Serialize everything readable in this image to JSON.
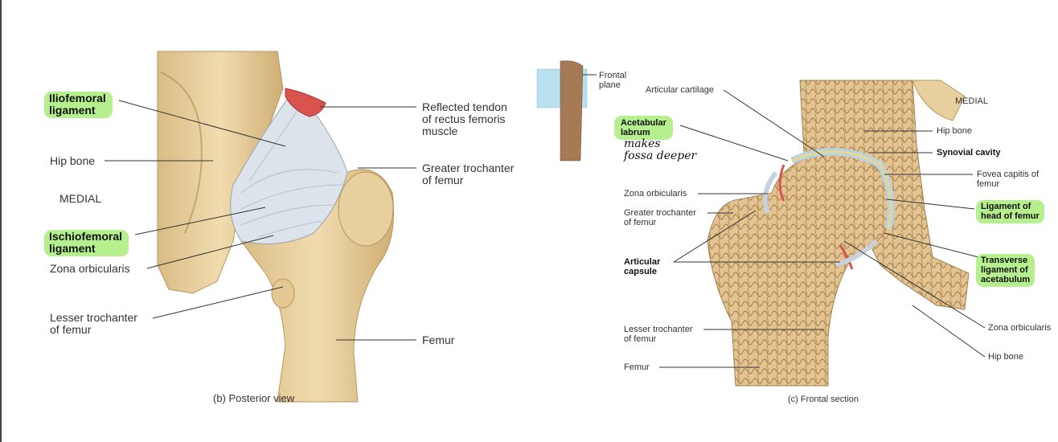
{
  "left_figure": {
    "caption": "(b) Posterior view",
    "labels": {
      "iliofemoral": [
        "Iliofemoral",
        "ligament"
      ],
      "hip_bone": "Hip bone",
      "medial": "MEDIAL",
      "ischiofemoral": [
        "Ischiofemoral",
        "ligament"
      ],
      "zona_orbicularis": "Zona orbicularis",
      "lesser_trochanter": [
        "Lesser trochanter",
        "of femur"
      ],
      "reflected_tendon": [
        "Reflected tendon",
        "of rectus femoris",
        "muscle"
      ],
      "greater_trochanter": [
        "Greater trochanter",
        "of femur"
      ],
      "femur": "Femur"
    }
  },
  "inset": {
    "label": [
      "Frontal",
      "plane"
    ]
  },
  "right_figure": {
    "caption": "(c) Frontal section",
    "labels": {
      "articular_cartilage": "Articular cartilage",
      "acetabular_labrum": [
        "Acetabular",
        "labrum"
      ],
      "handwritten_note": [
        "makes",
        "fossa deeper"
      ],
      "zona_orbicularis_left": "Zona orbicularis",
      "greater_trochanter": [
        "Greater trochanter",
        "of femur"
      ],
      "articular_capsule": [
        "Articular",
        "capsule"
      ],
      "lesser_trochanter": [
        "Lesser trochanter",
        "of femur"
      ],
      "femur": "Femur",
      "medial": "MEDIAL",
      "hip_bone_top": "Hip bone",
      "synovial_cavity": "Synovial cavity",
      "fovea_capitis": [
        "Fovea capitis of",
        "femur"
      ],
      "ligament_head": [
        "Ligament of",
        "head of femur"
      ],
      "transverse_ligament": [
        "Transverse",
        "ligament of",
        "acetabulum"
      ],
      "zona_orbicularis_right": "Zona orbicularis",
      "hip_bone_bottom": "Hip bone"
    }
  },
  "colors": {
    "bone": "#e8cf9e",
    "bone_dark": "#c9a66a",
    "ligament": "#dfe4ea",
    "tendon_red": "#d9534f",
    "cartilage": "#b9d3e6",
    "highlight": "#b6ef8d",
    "leader": "#333333"
  }
}
